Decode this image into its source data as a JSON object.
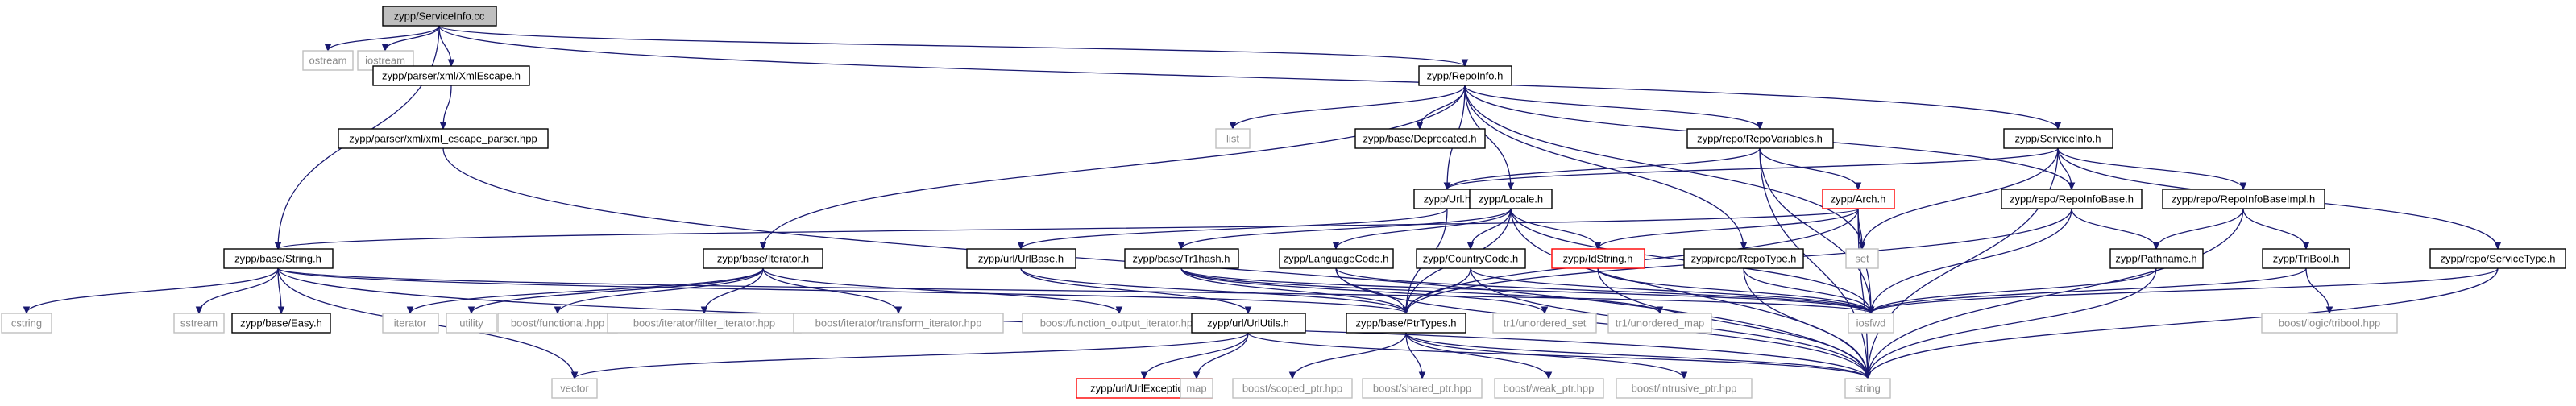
{
  "graph": {
    "root": "zypp/ServiceInfo.cc",
    "nodes": [
      {
        "id": "serviceinfo_cc",
        "label": "zypp/ServiceInfo.cc",
        "kind": "root"
      },
      {
        "id": "ostream",
        "label": "ostream",
        "kind": "external"
      },
      {
        "id": "iostream",
        "label": "iostream",
        "kind": "external"
      },
      {
        "id": "xmlescape",
        "label": "zypp/parser/xml/XmlEscape.h",
        "kind": "file"
      },
      {
        "id": "xml_escape_parser",
        "label": "zypp/parser/xml/xml_escape_parser.hpp",
        "kind": "file"
      },
      {
        "id": "repoinfo",
        "label": "zypp/RepoInfo.h",
        "kind": "file"
      },
      {
        "id": "list",
        "label": "list",
        "kind": "external"
      },
      {
        "id": "deprecated",
        "label": "zypp/base/Deprecated.h",
        "kind": "file"
      },
      {
        "id": "repovariables",
        "label": "zypp/repo/RepoVariables.h",
        "kind": "file"
      },
      {
        "id": "serviceinfo_h",
        "label": "zypp/ServiceInfo.h",
        "kind": "file"
      },
      {
        "id": "url",
        "label": "zypp/Url.h",
        "kind": "file"
      },
      {
        "id": "locale",
        "label": "zypp/Locale.h",
        "kind": "file"
      },
      {
        "id": "arch",
        "label": "zypp/Arch.h",
        "kind": "incomplete"
      },
      {
        "id": "repoinfobase",
        "label": "zypp/repo/RepoInfoBase.h",
        "kind": "file"
      },
      {
        "id": "repoinfobaseimpl",
        "label": "zypp/repo/RepoInfoBaseImpl.h",
        "kind": "file"
      },
      {
        "id": "string_h",
        "label": "zypp/base/String.h",
        "kind": "file"
      },
      {
        "id": "iterator_h",
        "label": "zypp/base/Iterator.h",
        "kind": "file"
      },
      {
        "id": "urlbase",
        "label": "zypp/url/UrlBase.h",
        "kind": "file"
      },
      {
        "id": "tr1hash",
        "label": "zypp/base/Tr1hash.h",
        "kind": "file"
      },
      {
        "id": "languagecode",
        "label": "zypp/LanguageCode.h",
        "kind": "file"
      },
      {
        "id": "countrycode",
        "label": "zypp/CountryCode.h",
        "kind": "file"
      },
      {
        "id": "idstring",
        "label": "zypp/IdString.h",
        "kind": "incomplete"
      },
      {
        "id": "repotype",
        "label": "zypp/repo/RepoType.h",
        "kind": "file"
      },
      {
        "id": "set",
        "label": "set",
        "kind": "external"
      },
      {
        "id": "pathname",
        "label": "zypp/Pathname.h",
        "kind": "file"
      },
      {
        "id": "tribool",
        "label": "zypp/TriBool.h",
        "kind": "file"
      },
      {
        "id": "servicetype",
        "label": "zypp/repo/ServiceType.h",
        "kind": "file"
      },
      {
        "id": "cstring",
        "label": "cstring",
        "kind": "external"
      },
      {
        "id": "sstream",
        "label": "sstream",
        "kind": "external"
      },
      {
        "id": "easy",
        "label": "zypp/base/Easy.h",
        "kind": "file"
      },
      {
        "id": "iterator",
        "label": "iterator",
        "kind": "external"
      },
      {
        "id": "utility",
        "label": "utility",
        "kind": "external"
      },
      {
        "id": "functional",
        "label": "boost/functional.hpp",
        "kind": "external"
      },
      {
        "id": "filter_iterator",
        "label": "boost/iterator/filter_iterator.hpp",
        "kind": "external"
      },
      {
        "id": "transform_iterator",
        "label": "boost/iterator/transform_iterator.hpp",
        "kind": "external"
      },
      {
        "id": "function_output_iterator",
        "label": "boost/function_output_iterator.hpp",
        "kind": "external"
      },
      {
        "id": "urlutils",
        "label": "zypp/url/UrlUtils.h",
        "kind": "file"
      },
      {
        "id": "ptrtypes",
        "label": "zypp/base/PtrTypes.h",
        "kind": "file"
      },
      {
        "id": "unordered_set",
        "label": "tr1/unordered_set",
        "kind": "external"
      },
      {
        "id": "unordered_map",
        "label": "tr1/unordered_map",
        "kind": "external"
      },
      {
        "id": "iosfwd",
        "label": "iosfwd",
        "kind": "external"
      },
      {
        "id": "logic_tribool",
        "label": "boost/logic/tribool.hpp",
        "kind": "external"
      },
      {
        "id": "vector",
        "label": "vector",
        "kind": "external"
      },
      {
        "id": "urlexception",
        "label": "zypp/url/UrlException.h",
        "kind": "incomplete"
      },
      {
        "id": "map",
        "label": "map",
        "kind": "external"
      },
      {
        "id": "scoped_ptr",
        "label": "boost/scoped_ptr.hpp",
        "kind": "external"
      },
      {
        "id": "shared_ptr",
        "label": "boost/shared_ptr.hpp",
        "kind": "external"
      },
      {
        "id": "weak_ptr",
        "label": "boost/weak_ptr.hpp",
        "kind": "external"
      },
      {
        "id": "intrusive_ptr",
        "label": "boost/intrusive_ptr.hpp",
        "kind": "external"
      },
      {
        "id": "string",
        "label": "string",
        "kind": "external"
      }
    ],
    "edges": [
      [
        "serviceinfo_cc",
        "ostream"
      ],
      [
        "serviceinfo_cc",
        "iostream"
      ],
      [
        "serviceinfo_cc",
        "xmlescape"
      ],
      [
        "serviceinfo_cc",
        "repoinfo"
      ],
      [
        "serviceinfo_cc",
        "serviceinfo_h"
      ],
      [
        "serviceinfo_cc",
        "string_h"
      ],
      [
        "xmlescape",
        "xml_escape_parser"
      ],
      [
        "xml_escape_parser",
        "string"
      ],
      [
        "repoinfo",
        "list"
      ],
      [
        "repoinfo",
        "set"
      ],
      [
        "repoinfo",
        "deprecated"
      ],
      [
        "repoinfo",
        "repovariables"
      ],
      [
        "repoinfo",
        "url"
      ],
      [
        "repoinfo",
        "locale"
      ],
      [
        "repoinfo",
        "repotype"
      ],
      [
        "repoinfo",
        "repoinfobase"
      ],
      [
        "repoinfo",
        "iterator_h"
      ],
      [
        "repovariables",
        "string"
      ],
      [
        "repovariables",
        "arch"
      ],
      [
        "repovariables",
        "url"
      ],
      [
        "repovariables",
        "iosfwd"
      ],
      [
        "serviceinfo_h",
        "url"
      ],
      [
        "serviceinfo_h",
        "repoinfobase"
      ],
      [
        "serviceinfo_h",
        "repoinfobaseimpl"
      ],
      [
        "serviceinfo_h",
        "servicetype"
      ],
      [
        "serviceinfo_h",
        "set"
      ],
      [
        "serviceinfo_h",
        "string"
      ],
      [
        "url",
        "urlbase"
      ],
      [
        "url",
        "ptrtypes"
      ],
      [
        "locale",
        "iosfwd"
      ],
      [
        "locale",
        "string"
      ],
      [
        "locale",
        "languagecode"
      ],
      [
        "locale",
        "countrycode"
      ],
      [
        "locale",
        "idstring"
      ],
      [
        "locale",
        "tr1hash"
      ],
      [
        "locale",
        "ptrtypes"
      ],
      [
        "arch",
        "iosfwd"
      ],
      [
        "arch",
        "set"
      ],
      [
        "arch",
        "string"
      ],
      [
        "arch",
        "idstring"
      ],
      [
        "arch",
        "string_h"
      ],
      [
        "arch",
        "ptrtypes"
      ],
      [
        "repoinfobase",
        "iosfwd"
      ],
      [
        "repoinfobase",
        "pathname"
      ],
      [
        "repoinfobase",
        "ptrtypes"
      ],
      [
        "repoinfobaseimpl",
        "pathname"
      ],
      [
        "repoinfobaseimpl",
        "tribool"
      ],
      [
        "repoinfobaseimpl",
        "string"
      ],
      [
        "string_h",
        "cstring"
      ],
      [
        "string_h",
        "iosfwd"
      ],
      [
        "string_h",
        "vector"
      ],
      [
        "string_h",
        "string"
      ],
      [
        "string_h",
        "sstream"
      ],
      [
        "string_h",
        "easy"
      ],
      [
        "string_h",
        "ptrtypes"
      ],
      [
        "iterator_h",
        "iterator"
      ],
      [
        "iterator_h",
        "utility"
      ],
      [
        "iterator_h",
        "functional"
      ],
      [
        "iterator_h",
        "filter_iterator"
      ],
      [
        "iterator_h",
        "transform_iterator"
      ],
      [
        "iterator_h",
        "function_output_iterator"
      ],
      [
        "urlbase",
        "urlutils"
      ],
      [
        "urlbase",
        "ptrtypes"
      ],
      [
        "tr1hash",
        "iosfwd"
      ],
      [
        "tr1hash",
        "unordered_set"
      ],
      [
        "tr1hash",
        "unordered_map"
      ],
      [
        "tr1hash",
        "ptrtypes"
      ],
      [
        "languagecode",
        "iosfwd"
      ],
      [
        "languagecode",
        "ptrtypes"
      ],
      [
        "languagecode",
        "string"
      ],
      [
        "countrycode",
        "iosfwd"
      ],
      [
        "countrycode",
        "ptrtypes"
      ],
      [
        "countrycode",
        "string"
      ],
      [
        "idstring",
        "iosfwd"
      ],
      [
        "idstring",
        "string"
      ],
      [
        "repotype",
        "iosfwd"
      ],
      [
        "repotype",
        "string"
      ],
      [
        "pathname",
        "iosfwd"
      ],
      [
        "pathname",
        "string"
      ],
      [
        "tribool",
        "iosfwd"
      ],
      [
        "tribool",
        "logic_tribool"
      ],
      [
        "servicetype",
        "iosfwd"
      ],
      [
        "servicetype",
        "string"
      ],
      [
        "urlutils",
        "string"
      ],
      [
        "urlutils",
        "vector"
      ],
      [
        "urlutils",
        "map"
      ],
      [
        "urlutils",
        "urlexception"
      ],
      [
        "ptrtypes",
        "string"
      ],
      [
        "ptrtypes",
        "scoped_ptr"
      ],
      [
        "ptrtypes",
        "shared_ptr"
      ],
      [
        "ptrtypes",
        "weak_ptr"
      ],
      [
        "ptrtypes",
        "intrusive_ptr"
      ]
    ]
  }
}
